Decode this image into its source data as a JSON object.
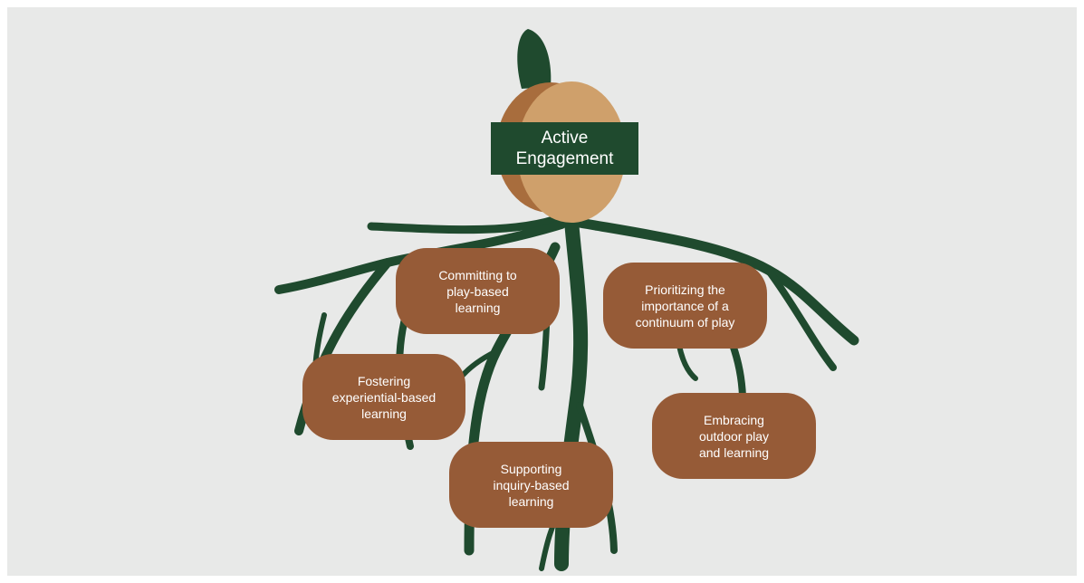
{
  "colors": {
    "background": "#e8e9e8",
    "root_green": "#1f4a2e",
    "pill_brown": "#965b37",
    "seed_light": "#cfa06b",
    "seed_dark": "#a86d3d",
    "text_white": "#ffffff"
  },
  "diagram": {
    "center": {
      "line1": "Active",
      "line2": "Engagement"
    },
    "nodes": [
      {
        "id": "committing",
        "lines": [
          "Committing to",
          "play-based",
          "learning"
        ]
      },
      {
        "id": "prioritizing",
        "lines": [
          "Prioritizing the",
          "importance of a",
          "continuum of play"
        ]
      },
      {
        "id": "fostering",
        "lines": [
          "Fostering",
          "experiential-based",
          "learning"
        ]
      },
      {
        "id": "supporting",
        "lines": [
          "Supporting",
          "inquiry-based",
          "learning"
        ]
      },
      {
        "id": "embracing",
        "lines": [
          "Embracing",
          "outdoor play",
          "and learning"
        ]
      }
    ]
  }
}
